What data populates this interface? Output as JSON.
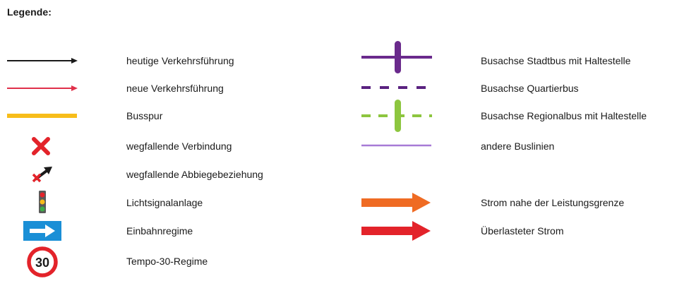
{
  "legend": {
    "title": "Legende:",
    "left_items": [
      {
        "label": "heutige Verkehrsführung",
        "symbol": "black-arrow-icon",
        "color": "#1a1a1a"
      },
      {
        "label": "neue Verkehrsführung",
        "symbol": "red-arrow-icon",
        "color": "#e0304a"
      },
      {
        "label": "Busspur",
        "symbol": "yellow-line-icon",
        "color": "#f7bd1a"
      },
      {
        "label": "wegfallende Verbindung",
        "symbol": "red-cross-icon",
        "color": "#e3232a"
      },
      {
        "label": "wegfallende Abbiegebeziehung",
        "symbol": "crossed-turn-arrow-icon",
        "color": "#e3232a"
      },
      {
        "label": "Lichtsignalanlage",
        "symbol": "traffic-light-icon",
        "color": "#e3232a"
      },
      {
        "label": "Einbahnregime",
        "symbol": "one-way-sign-icon",
        "color": "#1a8fd6"
      },
      {
        "label": "Tempo-30-Regime",
        "symbol": "speed-limit-30-icon",
        "color": "#e3232a",
        "sign_text": "30"
      }
    ],
    "right_items": [
      {
        "label": "Busachse Stadtbus mit Haltestelle",
        "symbol": "purple-line-stop-icon",
        "color": "#6a2a8c"
      },
      {
        "label": "Busachse Quartierbus",
        "symbol": "purple-dashed-line-icon",
        "color": "#5a2280"
      },
      {
        "label": "Busachse Regionalbus mit Haltestelle",
        "symbol": "green-dashed-line-stop-icon",
        "color": "#8dc63f"
      },
      {
        "label": "andere Buslinien",
        "symbol": "thin-purple-line-icon",
        "color": "#a77ad6"
      },
      {
        "label": "Strom nahe der Leistungsgrenze",
        "symbol": "orange-block-arrow-icon",
        "color": "#ef6b23"
      },
      {
        "label": "Überlasteter Strom",
        "symbol": "red-block-arrow-icon",
        "color": "#e3232a"
      }
    ]
  }
}
